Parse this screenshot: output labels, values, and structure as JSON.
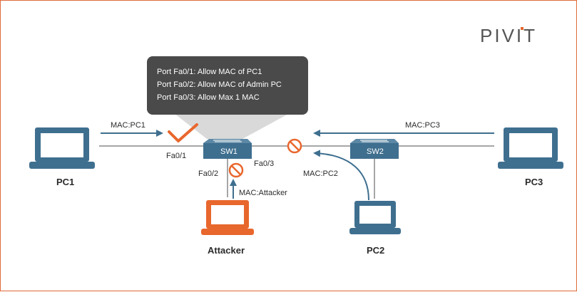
{
  "brand": {
    "logo_text": "PIVIT",
    "accent": "#e8672d"
  },
  "tooltip": {
    "lines": [
      "Port Fa0/1: Allow MAC of PC1",
      "Port Fa0/2: Allow MAC of Admin PC",
      "Port Fa0/3: Allow Max 1 MAC"
    ]
  },
  "devices": {
    "pc1": "PC1",
    "pc2": "PC2",
    "pc3": "PC3",
    "attacker": "Attacker",
    "sw1": "SW1",
    "sw2": "SW2"
  },
  "ports": {
    "fa01": "Fa0/1",
    "fa02": "Fa0/2",
    "fa03": "Fa0/3"
  },
  "flows": {
    "pc1": "MAC:PC1",
    "pc2": "MAC:PC2",
    "pc3": "MAC:PC3",
    "attacker": "MAC:Attacker"
  },
  "colors": {
    "device_blue": "#3f6f8f",
    "attacker_orange": "#e8672d",
    "tooltip_bg": "#4a4a4a",
    "cone": "#d9d9d9",
    "blocked_red": "#e8672d"
  }
}
